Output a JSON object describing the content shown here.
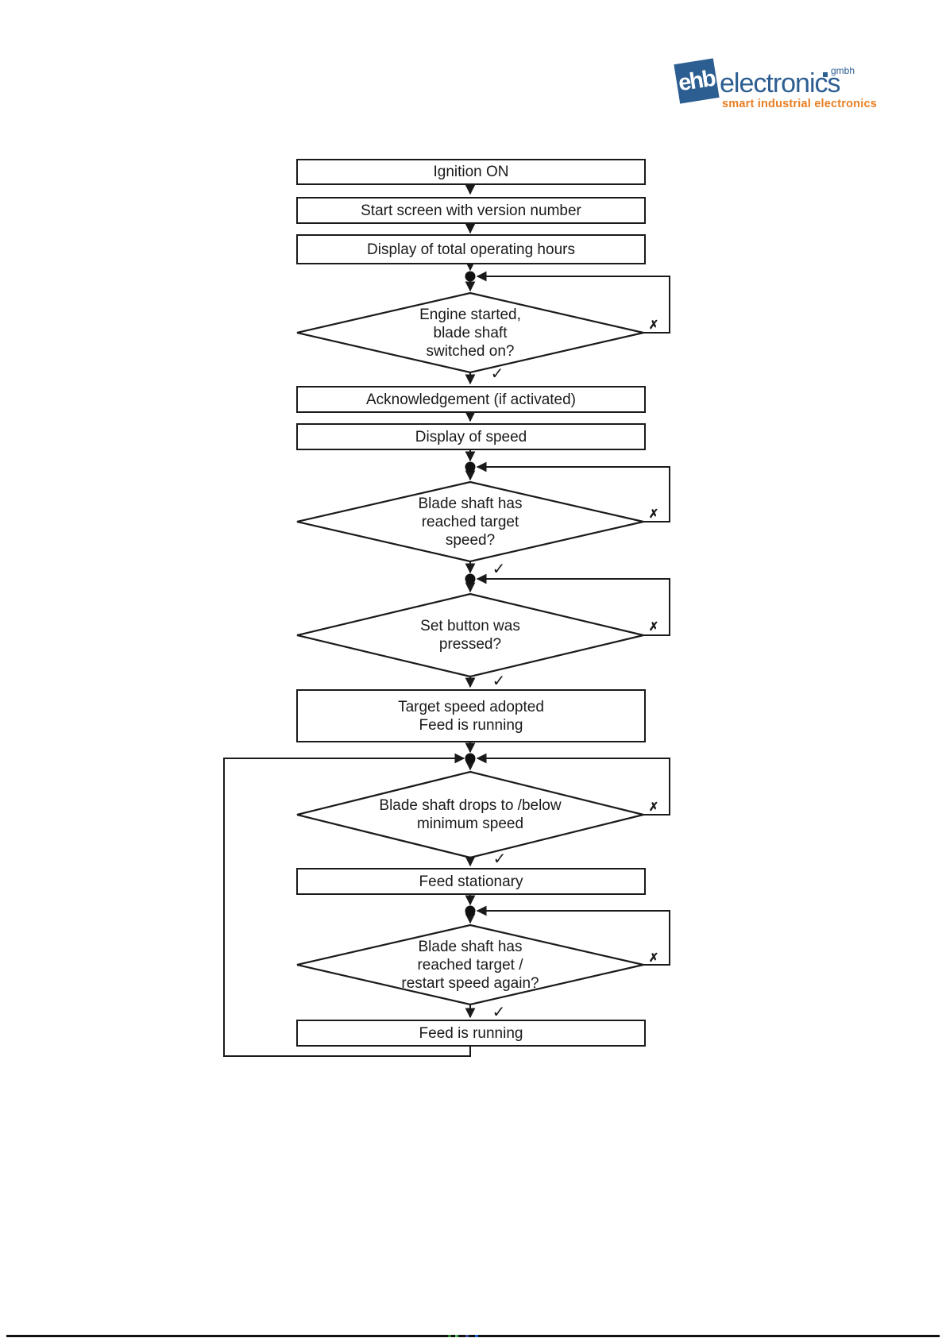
{
  "logo": {
    "ehb": "ehb",
    "electronics": "electronics",
    "gmbh": "gmbh",
    "tagline": "smart industrial electronics",
    "brand_blue": "#2d5e91",
    "brand_orange": "#e87e21"
  },
  "flowchart": {
    "yes": "✓",
    "no": "✗",
    "line_color": "#1a1a1a",
    "boxes": [
      {
        "label": "Ignition ON"
      },
      {
        "label": "Start screen with version number"
      },
      {
        "label": "Display of total operating hours"
      },
      {
        "label": "Acknowledgement (if activated)"
      },
      {
        "label": "Display of speed"
      },
      {
        "label": "Target speed adopted\nFeed is running"
      },
      {
        "label": "Feed stationary"
      },
      {
        "label": "Feed is running"
      }
    ],
    "decisions": [
      {
        "label": "Engine started,\nblade shaft\nswitched on?"
      },
      {
        "label": "Blade shaft has\nreached target\nspeed?"
      },
      {
        "label": "Set button was\npressed?"
      },
      {
        "label": "Blade shaft drops to /below\nminimum speed"
      },
      {
        "label": "Blade shaft has\nreached target /\nrestart speed again?"
      }
    ]
  }
}
